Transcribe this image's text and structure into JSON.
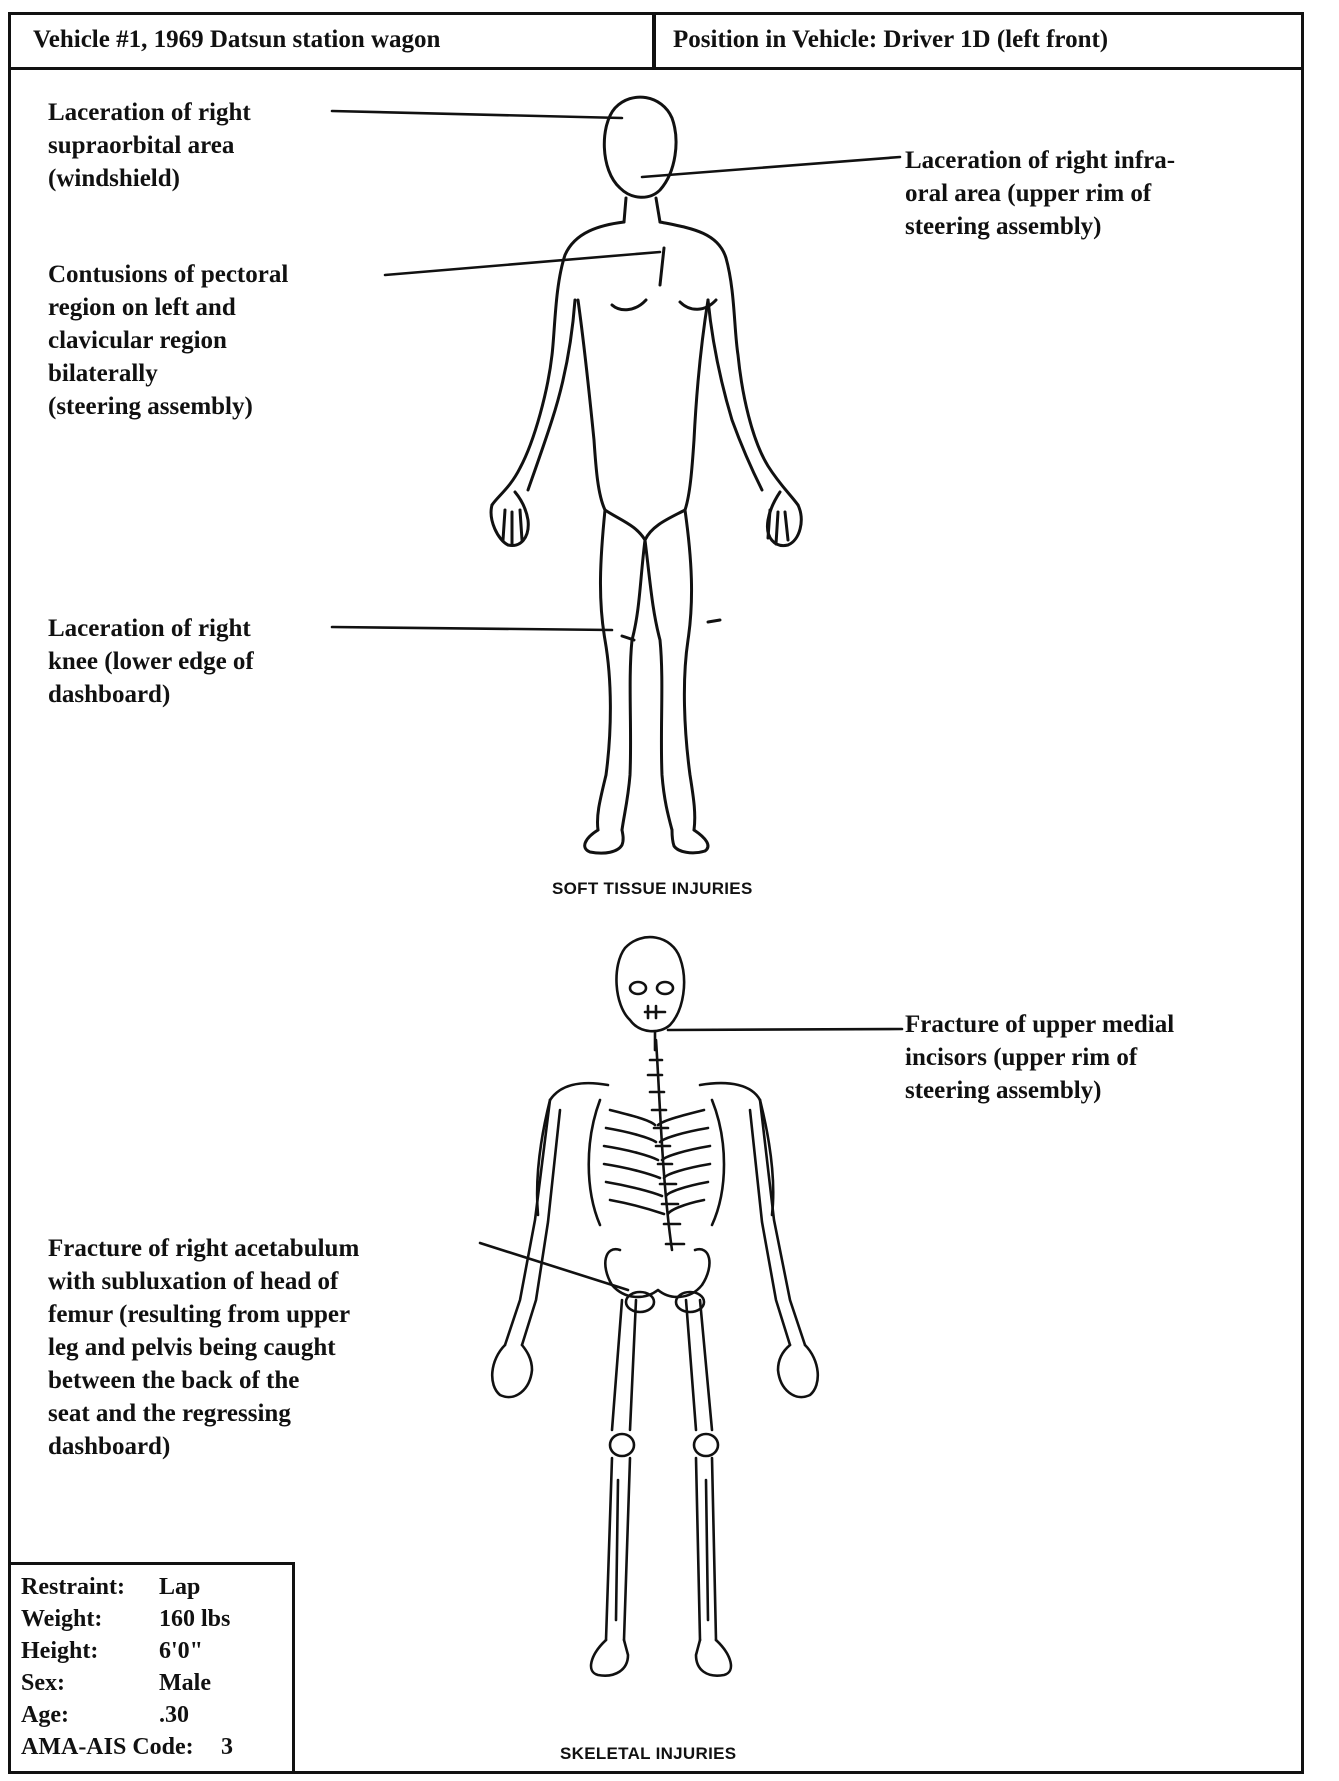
{
  "header": {
    "vehicle": "Vehicle #1, 1969 Datsun station wagon",
    "position": "Position in Vehicle:  Driver 1D (left front)"
  },
  "soft_tissue": {
    "caption": "SOFT TISSUE INJURIES",
    "injuries": [
      {
        "text": "Laceration of right\nsupraorbital area\n(windshield)"
      },
      {
        "text": "Laceration of right infra-\noral area (upper rim of\nsteering assembly)"
      },
      {
        "text": "Contusions of pectoral\nregion on left and\nclavicular region\nbilaterally\n(steering assembly)"
      },
      {
        "text": "Laceration of right\nknee (lower edge of\ndashboard)"
      }
    ]
  },
  "skeletal": {
    "caption": "SKELETAL INJURIES",
    "injuries": [
      {
        "text": "Fracture of upper medial\nincisors (upper rim of\nsteering assembly)"
      },
      {
        "text": "Fracture of right acetabulum\nwith subluxation of head of\nfemur (resulting from upper\nleg and pelvis being caught\nbetween the back of the\nseat and the regressing\ndashboard)"
      }
    ]
  },
  "occupant": {
    "rows": [
      {
        "key": "Restraint:",
        "value": "Lap"
      },
      {
        "key": "Weight:",
        "value": "160 lbs"
      },
      {
        "key": "Height:",
        "value": "6'0\""
      },
      {
        "key": "Sex:",
        "value": "Male"
      },
      {
        "key": "Age:",
        "value": ".30"
      },
      {
        "key": "AMA-AIS Code:",
        "value": "3"
      }
    ]
  }
}
